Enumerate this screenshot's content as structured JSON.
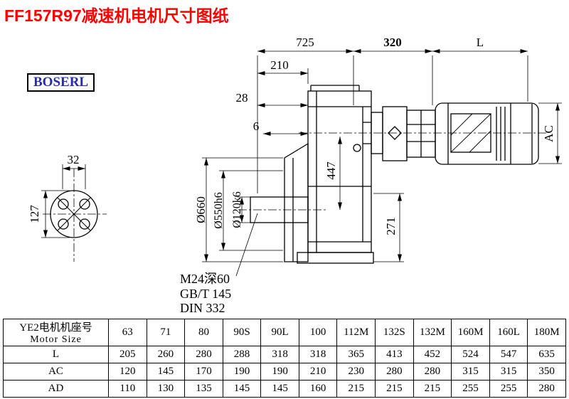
{
  "title": "FF157R97减速机电机尺寸图纸",
  "logo": "BOSERL",
  "drawing": {
    "dims": {
      "len_overall": "725",
      "len_adapter": "320",
      "len_motor": "L",
      "d210": "210",
      "d28": "28",
      "d6": "6",
      "d32": "32",
      "d127": "127",
      "d447": "447",
      "d271": "271",
      "ac": "AC",
      "flange_od": "Ø660",
      "spigot": "Ø550h6",
      "shaft": "Ø120k6"
    },
    "notes": {
      "tap": "M24深60",
      "gb": "GB/T 145",
      "din": "DIN 332"
    }
  },
  "table": {
    "row_header": {
      "line1": "YE2电机机座号",
      "line2": "Motor Size"
    },
    "sizes": [
      "63",
      "71",
      "80",
      "90S",
      "90L",
      "100",
      "112M",
      "132S",
      "132M",
      "160M",
      "160L",
      "180M"
    ],
    "rows": [
      {
        "label": "L",
        "values": [
          "205",
          "260",
          "280",
          "288",
          "318",
          "318",
          "365",
          "413",
          "452",
          "524",
          "547",
          "635"
        ]
      },
      {
        "label": "AC",
        "values": [
          "120",
          "145",
          "170",
          "190",
          "190",
          "210",
          "230",
          "280",
          "280",
          "315",
          "315",
          "350"
        ]
      },
      {
        "label": "AD",
        "values": [
          "110",
          "130",
          "135",
          "145",
          "145",
          "160",
          "215",
          "215",
          "215",
          "255",
          "255",
          "280"
        ]
      }
    ]
  }
}
